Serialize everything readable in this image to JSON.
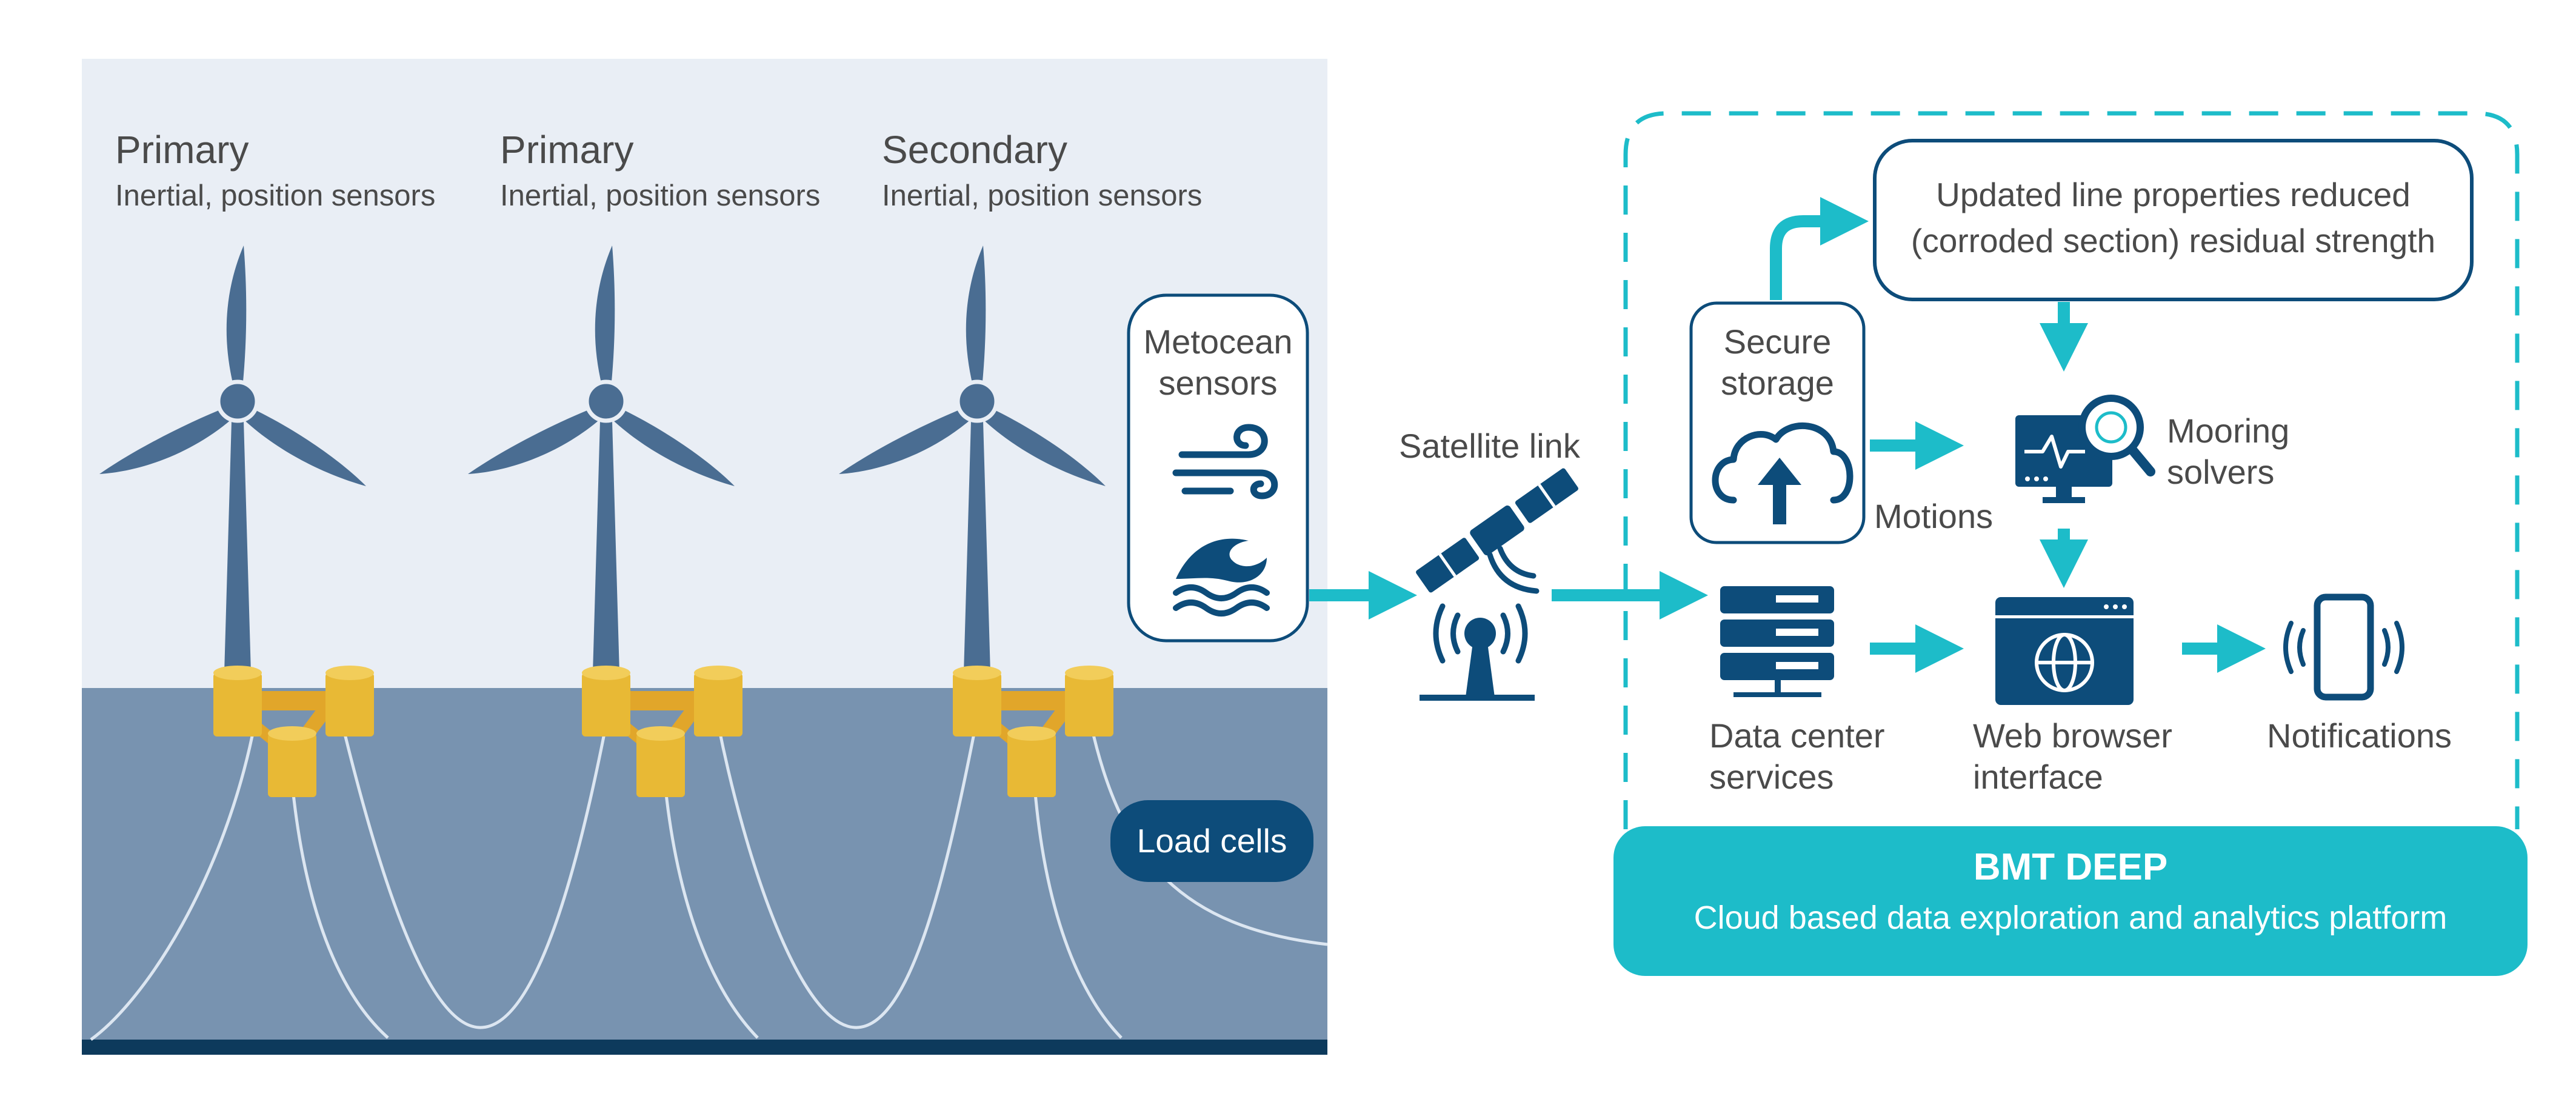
{
  "turbines": [
    {
      "title": "Primary",
      "subtitle": "Inertial, position sensors"
    },
    {
      "title": "Primary",
      "subtitle": "Inertial, position sensors"
    },
    {
      "title": "Secondary",
      "subtitle": "Inertial, position sensors"
    }
  ],
  "metocean": {
    "line1": "Metocean",
    "line2": "sensors"
  },
  "load_cells": "Load cells",
  "satellite": "Satellite link",
  "updated": {
    "line1": "Updated line properties reduced",
    "line2": "(corroded section) residual strength"
  },
  "secure_storage": {
    "line1": "Secure",
    "line2": "storage"
  },
  "motions": "Motions",
  "mooring": {
    "line1": "Mooring",
    "line2": "solvers"
  },
  "data_center": {
    "line1": "Data center",
    "line2": "services"
  },
  "web_browser": {
    "line1": "Web browser",
    "line2": "interface"
  },
  "notifications": "Notifications",
  "platform": {
    "name": "BMT DEEP",
    "description": "Cloud based data exploration and analytics platform"
  },
  "colors": {
    "sky": "#e9eef5",
    "sea": "#7893b0",
    "seabed": "#0d3a5c",
    "turbine": "#4a6d92",
    "float": "#e8b935",
    "navy": "#0d4c7a",
    "teal": "#1dbcc9"
  }
}
